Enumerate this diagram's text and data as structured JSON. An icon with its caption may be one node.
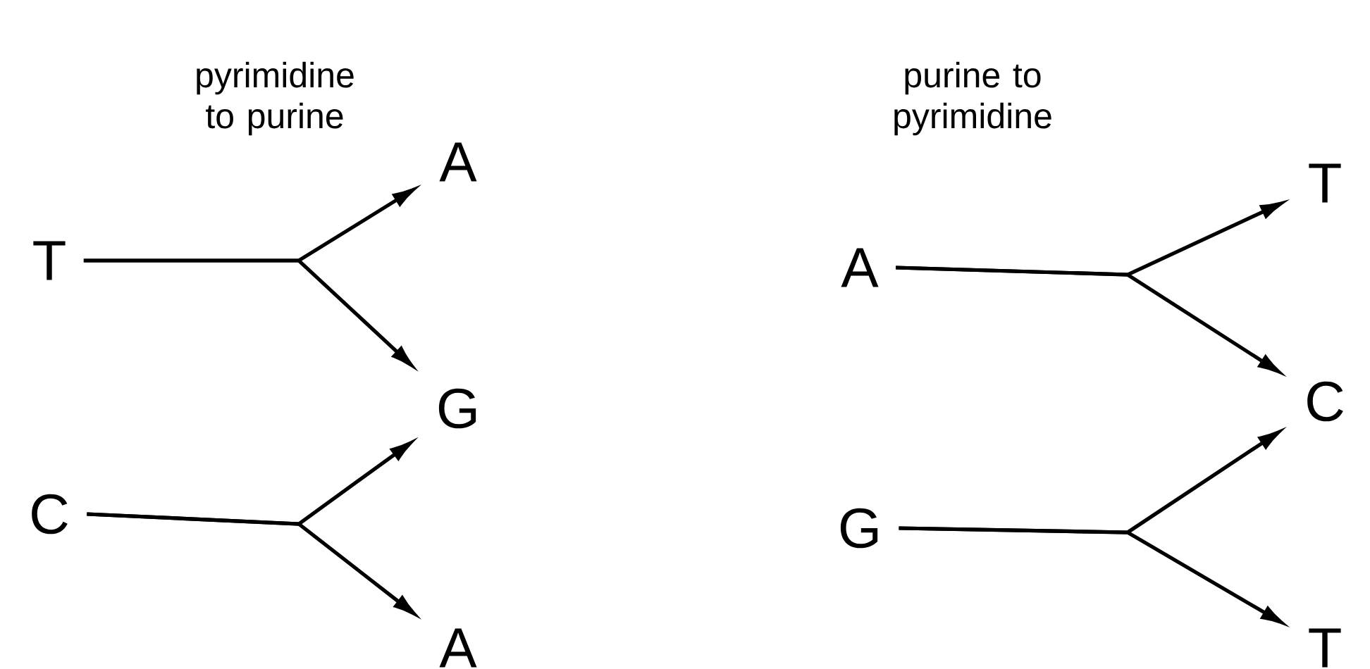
{
  "diagram": {
    "nodes": [
      {
        "text": [
          "T"
        ]
      },
      {
        "text": [
          "A"
        ]
      },
      {
        "text": [
          "G"
        ]
      },
      {
        "text": [
          "C"
        ]
      },
      {
        "text": [
          "A"
        ]
      },
      {
        "text": [
          "A"
        ]
      },
      {
        "text": [
          "T"
        ]
      },
      {
        "text": [
          "C"
        ]
      },
      {
        "text": [
          "G"
        ]
      },
      {
        "text": [
          "T"
        ]
      }
    ],
    "edges": [
      {
        "from": 0,
        "to": 1,
        "arrow": "to"
      },
      {
        "from": 0,
        "to": 2,
        "arrow": "to"
      },
      {
        "from": 3,
        "to": 2,
        "arrow": "to"
      },
      {
        "from": 3,
        "to": 4,
        "arrow": "to"
      },
      {
        "from": 5,
        "to": 6,
        "arrow": "to"
      },
      {
        "from": 5,
        "to": 7,
        "arrow": "to"
      },
      {
        "from": 8,
        "to": 7,
        "arrow": "to"
      },
      {
        "from": 8,
        "to": 9,
        "arrow": "to"
      }
    ],
    "labels": [
      "pyrimidine to purine",
      "purine to pyrimidine"
    ]
  }
}
